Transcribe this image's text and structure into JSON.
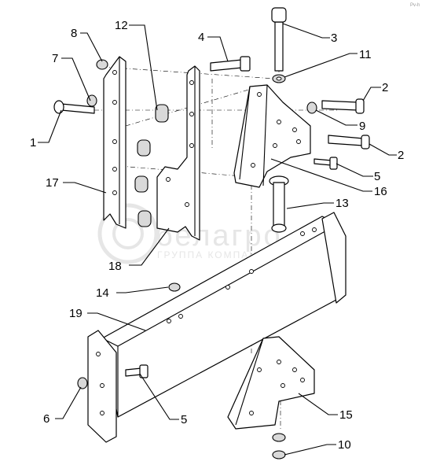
{
  "corner_mark": "Pv-h",
  "watermark": {
    "brand": "белагро",
    "subtitle": "ГРУППА КОМПАНИЙ"
  },
  "callouts": [
    {
      "id": "c8",
      "text": "8"
    },
    {
      "id": "c12",
      "text": "12"
    },
    {
      "id": "c4",
      "text": "4"
    },
    {
      "id": "c3",
      "text": "3"
    },
    {
      "id": "c7",
      "text": "7"
    },
    {
      "id": "c11",
      "text": "11"
    },
    {
      "id": "c2a",
      "text": "2"
    },
    {
      "id": "c9",
      "text": "9"
    },
    {
      "id": "c1",
      "text": "1"
    },
    {
      "id": "c2b",
      "text": "2"
    },
    {
      "id": "c5a",
      "text": "5"
    },
    {
      "id": "c17",
      "text": "17"
    },
    {
      "id": "c16",
      "text": "16"
    },
    {
      "id": "c13",
      "text": "13"
    },
    {
      "id": "c18",
      "text": "18"
    },
    {
      "id": "c14",
      "text": "14"
    },
    {
      "id": "c19",
      "text": "19"
    },
    {
      "id": "c6",
      "text": "6"
    },
    {
      "id": "c5b",
      "text": "5"
    },
    {
      "id": "c15",
      "text": "15"
    },
    {
      "id": "c10",
      "text": "10"
    }
  ]
}
